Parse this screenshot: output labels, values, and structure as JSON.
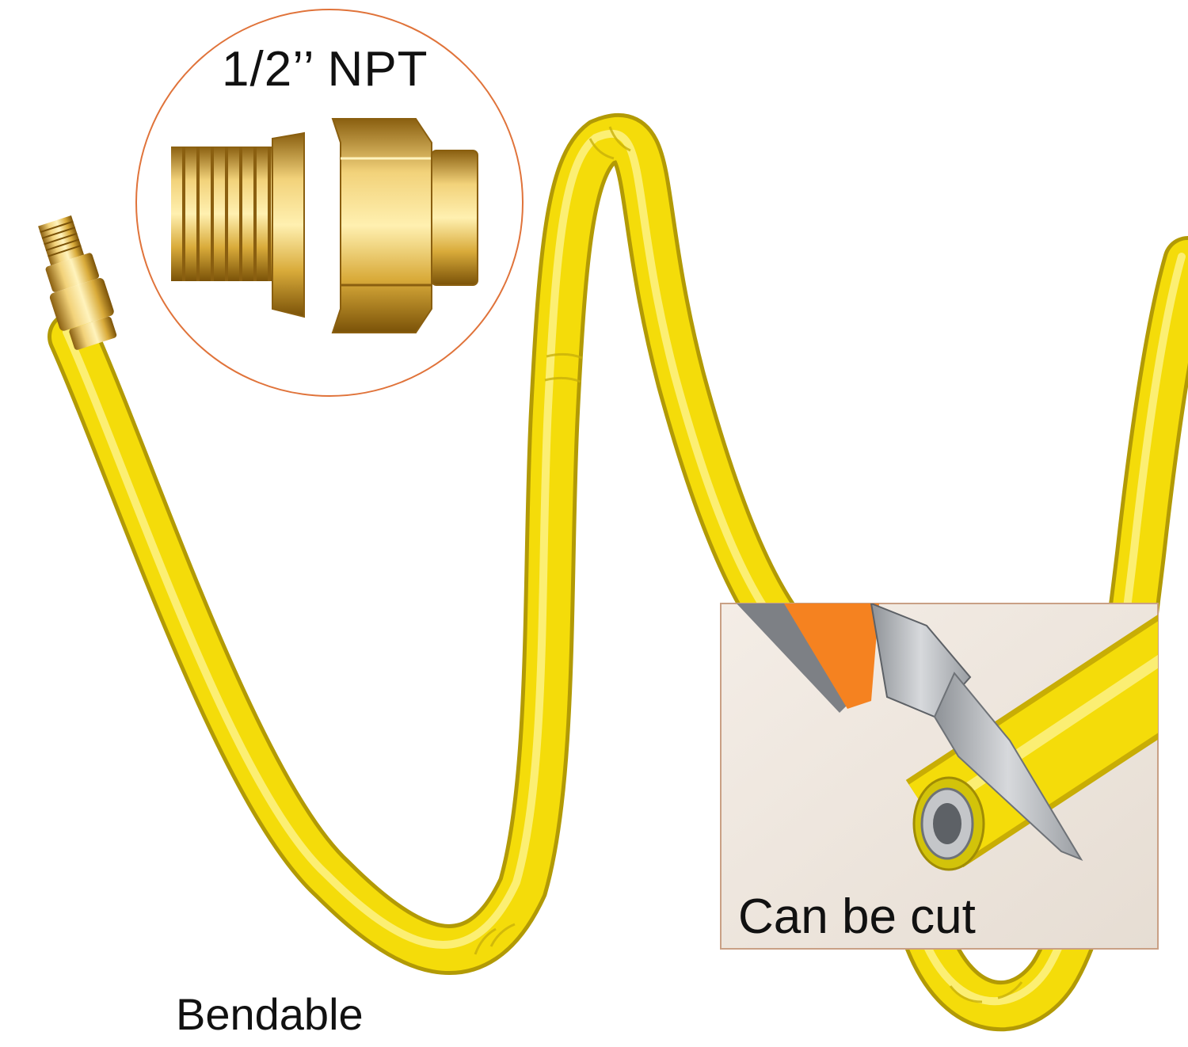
{
  "labels": {
    "fitting_label": "1/2’’ NPT",
    "bend_label": "Bendable",
    "cut_label": "Can be cut"
  },
  "colors": {
    "hose_yellow": "#F4DC0A",
    "brass": "#D9B23A",
    "callout_orange": "#E0733A",
    "frame_border": "#C9A085",
    "cutter_orange": "#F58220",
    "blade_steel": "#B9BCC0"
  }
}
